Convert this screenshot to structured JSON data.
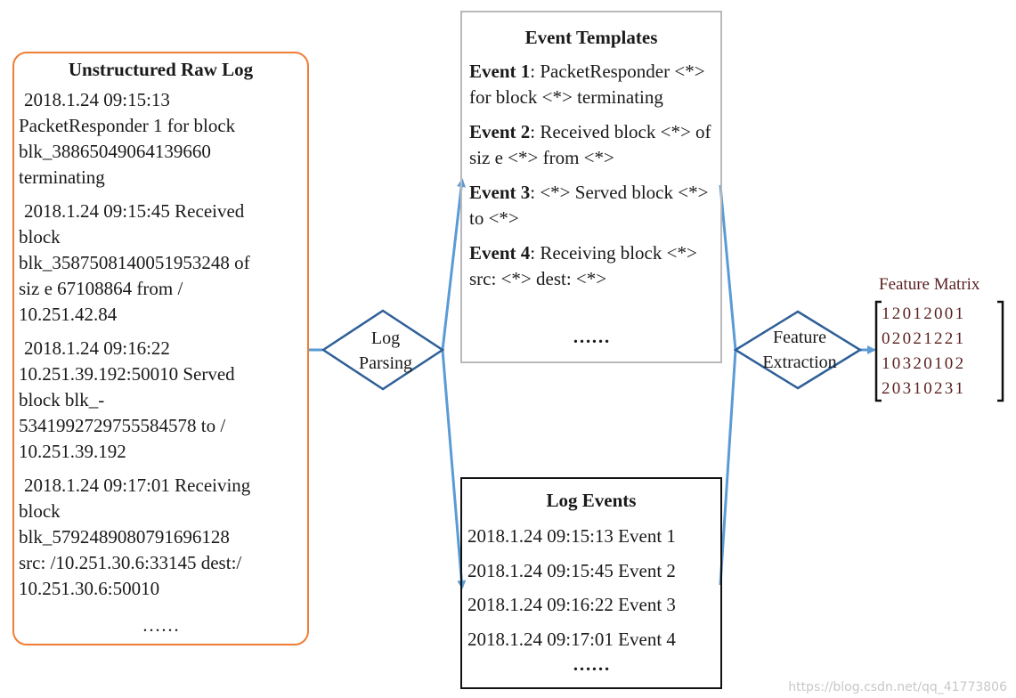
{
  "raw_log": {
    "title": "Unstructured Raw Log",
    "entries": [
      {
        "lines": [
          "2018.1.24 09:15:13",
          "PacketResponder 1 for block",
          "blk_38865049064139660",
          "terminating"
        ]
      },
      {
        "lines": [
          "2018.1.24 09:15:45 Received",
          "block",
          "blk_3587508140051953248 of",
          "siz e 67108864 from /",
          "10.251.42.84"
        ]
      },
      {
        "lines": [
          "2018.1.24 09:16:22",
          "10.251.39.192:50010 Served",
          "block blk_-",
          "5341992729755584578 to /",
          "10.251.39.192"
        ]
      },
      {
        "lines": [
          "2018.1.24 09:17:01 Receiving",
          "block",
          "blk_5792489080791696128",
          "src: /10.251.30.6:33145 dest:/",
          "10.251.30.6:50010"
        ]
      }
    ],
    "ellipsis": "……"
  },
  "parse_step": {
    "label_line1": "Log",
    "label_line2": "Parsing"
  },
  "templates": {
    "title": "Event Templates",
    "items": [
      {
        "event": "Event 1",
        "text": ": PacketResponder <*> for block <*> terminating"
      },
      {
        "event": "Event 2",
        "text": ": Received block <*> of siz e <*> from <*>"
      },
      {
        "event": "Event 3",
        "text": ": <*> Served block <*> to <*>"
      },
      {
        "event": "Event 4",
        "text": ": Receiving block <*> src: <*> dest: <*>"
      }
    ],
    "ellipsis": "……"
  },
  "log_events": {
    "title": "Log Events",
    "rows": [
      "2018.1.24 09:15:13 Event 1",
      "2018.1.24 09:15:45 Event 2",
      "2018.1.24 09:16:22 Event 3",
      "2018.1.24 09:17:01 Event 4"
    ],
    "ellipsis": "……"
  },
  "extract_step": {
    "label_line1": "Feature",
    "label_line2": "Extraction"
  },
  "feature_matrix": {
    "title": "Feature Matrix",
    "rows": [
      "12012001",
      "02021221",
      "10320102",
      "20310231"
    ]
  },
  "watermark": "https://blog.csdn.net/qq_41773806",
  "colors": {
    "raw_border": "#ef7d33",
    "template_border": "#b9b9b9",
    "events_border": "#111111",
    "connector": "#5b9bd5",
    "diamond_stroke": "#2e5f97",
    "matrix_text": "#5a1f1f"
  }
}
